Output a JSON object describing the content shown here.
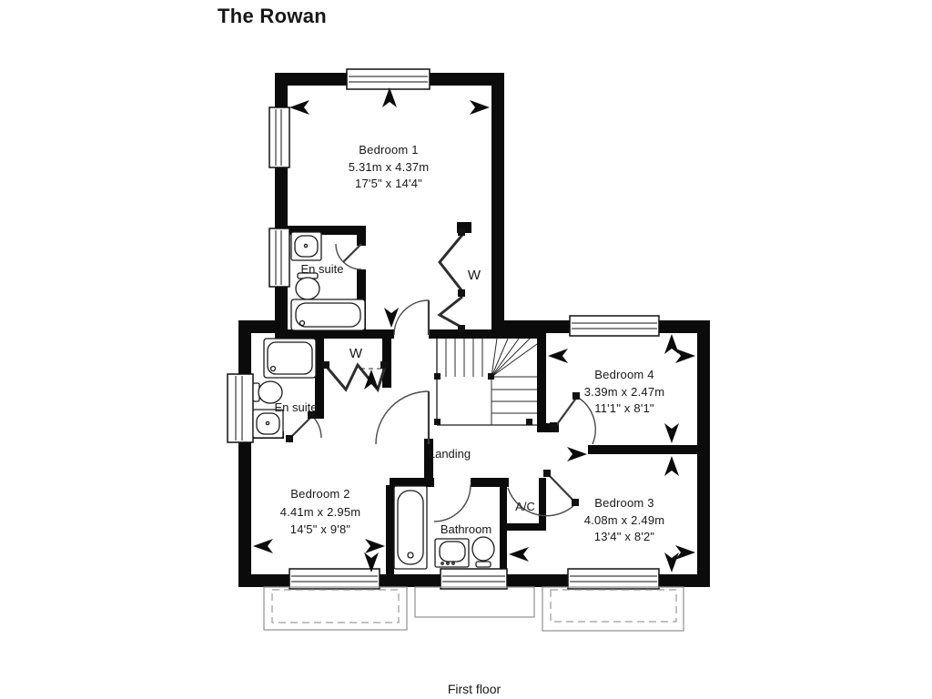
{
  "title": "The Rowan",
  "floor_caption": "First floor",
  "accent_color": "#2A9C7D",
  "rooms": [
    {
      "name": "Bedroom 1",
      "metric": "5.31m x 4.37m",
      "imperial": "17'5\" x 14'4\""
    },
    {
      "name": "Bedroom 2",
      "metric": "4.41m x 2.95m",
      "imperial": "14'5\" x 9'8\""
    },
    {
      "name": "Bedroom 3",
      "metric": "4.08m x 2.49m",
      "imperial": "13'4\" x 8'2\""
    },
    {
      "name": "Bedroom 4",
      "metric": "3.39m x 2.47m",
      "imperial": "11'1\" x 8'1\""
    }
  ],
  "labels": {
    "ensuite_1": "En suite",
    "ensuite_2": "En suite",
    "wardrobe_1": "W",
    "wardrobe_2": "W",
    "landing": "Landing",
    "bathroom": "Bathroom",
    "airing_cupboard": "A/C"
  }
}
